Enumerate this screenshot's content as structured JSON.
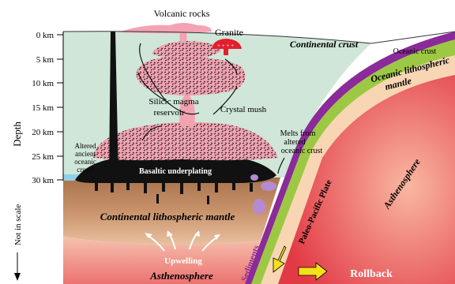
{
  "depth_axis": {
    "title": "Depth",
    "note": "Not in scale",
    "ticks": [
      "0 km",
      "5 km",
      "10 km",
      "15 km",
      "20 km",
      "25 km",
      "30 km"
    ]
  },
  "labels": {
    "volcanic_rocks": "Volcanic rocks",
    "granite": "Granite",
    "continental_crust": "Continental crust",
    "oceanic_crust": "Oceanic crust",
    "oceanic_litho_line1": "Oceanic lithospheric",
    "oceanic_litho_line2": "mantle",
    "silicic_line1": "Silicic magma",
    "silicic_line2": "reservoir",
    "crystal_mush": "Crystal mush",
    "melts_line1": "Melts from",
    "melts_line2": "altered",
    "melts_line3": "oceanic crust",
    "altered_line1": "Altered",
    "altered_line2": "ancient",
    "altered_line3": "oceanic",
    "altered_line4": "crust?",
    "basaltic_underplating": "Basaltic underplating",
    "continental_litho_mantle": "Continental lithospheric mantle",
    "paleo_pacific_plate": "Paleo-Pacific Plate",
    "asthenosphere_right": "Asthenosphere",
    "asthenosphere_left": "Asthenosphere",
    "upwelling": "Upwelling",
    "sediments": "Sediments",
    "rollback": "Rollback"
  },
  "colors": {
    "continental_crust": "#cfe6d8",
    "magma": "#f2a3b1",
    "underplating": "#111111",
    "litho_mantle": "#c8916a",
    "asthenosphere": "#e8484f",
    "plate_mantle": "#f8d6b4",
    "oceanic_crust": "#9dc843",
    "sediments": "#8b2a9a",
    "arrow_yellow": "#f5e11a"
  }
}
